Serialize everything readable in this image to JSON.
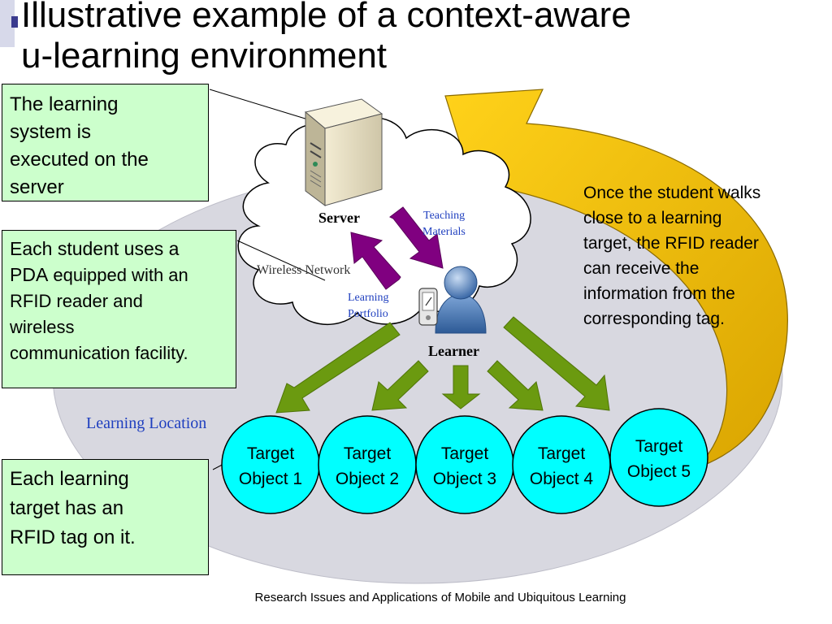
{
  "slide": {
    "title_lines": [
      "Illustrative example of a context-aware",
      "u-learning environment"
    ],
    "footer": "Research Issues and Applications of Mobile and Ubiquitous Learning"
  },
  "callouts": {
    "server_note": {
      "lines": [
        "The learning",
        "system is",
        "executed on the",
        "server"
      ]
    },
    "student_note": {
      "line1": "Each student uses a",
      "line2_large": "PDA",
      "line2_small": " equipped with an",
      "lines_rest": [
        "RFID reader and",
        "wireless",
        "communication facility."
      ]
    },
    "target_note": {
      "lines": [
        "Each learning",
        "target has an",
        "RFID tag on it."
      ]
    }
  },
  "right_note": {
    "lines": [
      "Once the student walks",
      "close to a learning",
      "target, the RFID reader",
      "can receive the",
      "information from the",
      "corresponding tag."
    ]
  },
  "diagram": {
    "labels": {
      "server": "Server",
      "wireless_network": "Wireless Network",
      "teaching_materials": [
        "Teaching",
        "Materials"
      ],
      "learning_portfolio": [
        "Learning",
        "Portfolio"
      ],
      "learner": "Learner",
      "learning_location": "Learning Location"
    },
    "targets": [
      {
        "lines": [
          "Target",
          "Object 1"
        ]
      },
      {
        "lines": [
          "Target",
          "Object 2"
        ]
      },
      {
        "lines": [
          "Target",
          "Object 3"
        ]
      },
      {
        "lines": [
          "Target",
          "Object 4"
        ]
      },
      {
        "lines": [
          "Target",
          "Object 5"
        ]
      }
    ]
  },
  "colors": {
    "callout_fill": "#ccffcc",
    "target_fill": "#00ffff",
    "arrow_green": "#6b9a10",
    "arrow_purple": "#800080",
    "curved_arrow": "#ffcc00",
    "location_ellipse": "#d8d8e0",
    "label_blue": "#1f3fbf"
  }
}
